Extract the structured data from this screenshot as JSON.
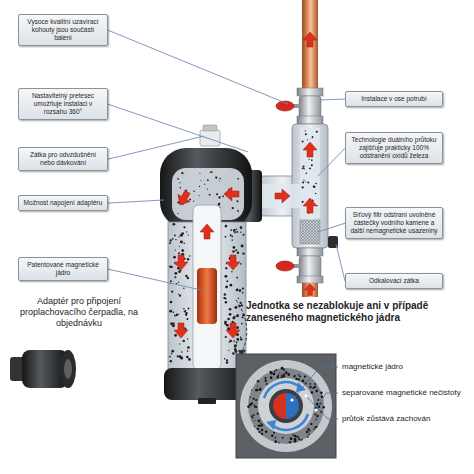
{
  "diagram": {
    "nodes": [
      {
        "text": [
          "Vysoce kvalitní uzavírací kohouty jsou součástí balení"
        ]
      },
      {
        "text": [
          "Nastavitelný pretesec umožňuje instalaci v rozsahu 360°"
        ]
      },
      {
        "text": [
          "Zátka pro odvzdušnění nebo dávkování"
        ]
      },
      {
        "text": [
          "Možnost napojení adaptéru"
        ]
      },
      {
        "text": [
          "Patentované magnetické jádro"
        ]
      },
      {
        "text": [
          "Instalace v ose potrubí"
        ]
      },
      {
        "text": [
          "Technologie duálního průtoku zajišťuje prakticky 100% odstranění oxidů železa"
        ]
      },
      {
        "text": [
          "Síťový filtr odstraní uvolněné částečky vodního kamene a další nemagnetické usazeniny"
        ]
      },
      {
        "text": [
          "Odkalovací zátka"
        ]
      }
    ],
    "labels": [
      "Adaptér pro připojení proplachovacího čerpadla, na objednávku",
      "Jednotka se nezablokuje ani v případě zaneseného magnetického jádra",
      "magnetické jádro",
      "separované magnetické nečistoty",
      "průtok zůstává zachován"
    ]
  }
}
